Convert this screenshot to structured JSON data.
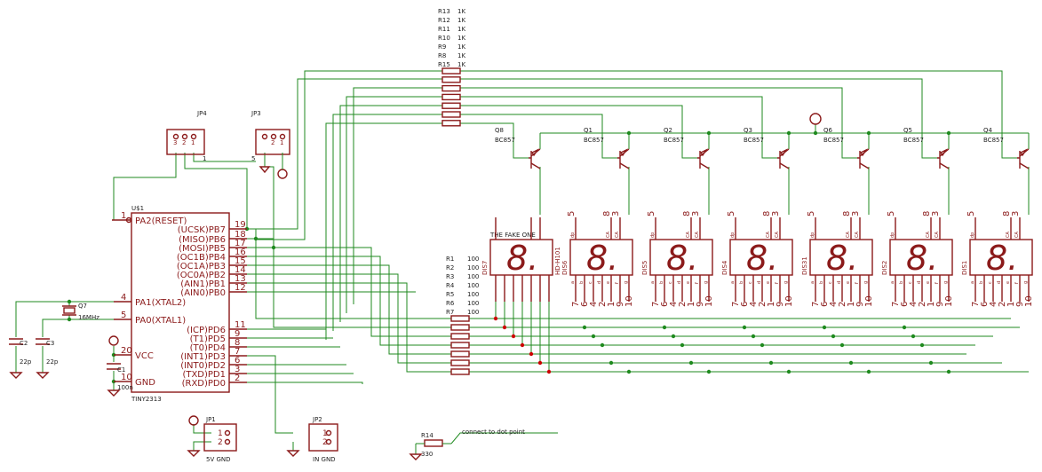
{
  "mcu": {
    "name": "U$1",
    "value": "TINY2313",
    "left_pins": [
      {
        "num": "1",
        "name": "PA2(RESET)"
      },
      {
        "num": "4",
        "name": "PA1(XTAL2)"
      },
      {
        "num": "5",
        "name": "PA0(XTAL1)"
      },
      {
        "num": "20",
        "name": "VCC"
      },
      {
        "num": "10",
        "name": "GND"
      }
    ],
    "right_pins": [
      {
        "num": "19",
        "name": "(UCSK)PB7"
      },
      {
        "num": "18",
        "name": "(MISO)PB6"
      },
      {
        "num": "17",
        "name": "(MOSI)PB5"
      },
      {
        "num": "16",
        "name": "(OC1B)PB4"
      },
      {
        "num": "15",
        "name": "(OC1A)PB3"
      },
      {
        "num": "14",
        "name": "(OC0A)PB2"
      },
      {
        "num": "13",
        "name": "(AIN1)PB1"
      },
      {
        "num": "12",
        "name": "(AIN0)PB0"
      },
      {
        "num": "11",
        "name": "(ICP)PD6"
      },
      {
        "num": "9",
        "name": "(T1)PD5"
      },
      {
        "num": "8",
        "name": "(T0)PD4"
      },
      {
        "num": "7",
        "name": "(INT1)PD3"
      },
      {
        "num": "6",
        "name": "(INT0)PD2"
      },
      {
        "num": "3",
        "name": "(TXD)PD1"
      },
      {
        "num": "2",
        "name": "(RXD)PD0"
      }
    ]
  },
  "crystal": {
    "name": "Q7",
    "value": "16MHz"
  },
  "caps": [
    {
      "name": "C2",
      "value": "22p"
    },
    {
      "name": "C3",
      "value": "22p"
    },
    {
      "name": "C1",
      "value": "100n"
    }
  ],
  "headers": {
    "jp4": {
      "name": "JP4",
      "pins": [
        "3",
        "2",
        "1"
      ],
      "pin1": "1"
    },
    "jp3": {
      "name": "JP3",
      "pins": [
        "2",
        "1"
      ],
      "pin1": "5"
    },
    "jp1": {
      "name": "JP1",
      "pins": [
        "1",
        "2"
      ],
      "caption": "5V GND"
    },
    "jp2": {
      "name": "JP2",
      "pins": [
        "1",
        "2"
      ],
      "caption": "IN GND"
    }
  },
  "top_resistors": [
    {
      "name": "R13",
      "value": "1K"
    },
    {
      "name": "R12",
      "value": "1K"
    },
    {
      "name": "R11",
      "value": "1K"
    },
    {
      "name": "R10",
      "value": "1K"
    },
    {
      "name": "R9",
      "value": "1K"
    },
    {
      "name": "R8",
      "value": "1K"
    },
    {
      "name": "R15",
      "value": "1K"
    }
  ],
  "seg_resistors": [
    {
      "name": "R1",
      "value": "100"
    },
    {
      "name": "R2",
      "value": "100"
    },
    {
      "name": "R3",
      "value": "100"
    },
    {
      "name": "R4",
      "value": "100"
    },
    {
      "name": "R5",
      "value": "100"
    },
    {
      "name": "R6",
      "value": "100"
    },
    {
      "name": "R7",
      "value": "100"
    }
  ],
  "transistors": [
    {
      "name": "Q8",
      "value": "BC857"
    },
    {
      "name": "Q1",
      "value": "BC857"
    },
    {
      "name": "Q2",
      "value": "BC857"
    },
    {
      "name": "Q3",
      "value": "BC857"
    },
    {
      "name": "Q6",
      "value": "BC857"
    },
    {
      "name": "Q5",
      "value": "BC857"
    },
    {
      "name": "Q4",
      "value": "BC857"
    }
  ],
  "displays": [
    {
      "name": "DIS7",
      "value": "THE FAKE ONE",
      "digit": "8."
    },
    {
      "name": "DIS6",
      "value": "HD-H101",
      "digit": "8."
    },
    {
      "name": "DIS5",
      "value": "",
      "digit": "8."
    },
    {
      "name": "DIS4",
      "value": "",
      "digit": "8."
    },
    {
      "name": "DIS31",
      "value": "",
      "digit": "8."
    },
    {
      "name": "DIS2",
      "value": "",
      "digit": "8."
    },
    {
      "name": "DIS1",
      "value": "",
      "digit": "8."
    }
  ],
  "display_top_pins": [
    "5",
    "8",
    "3"
  ],
  "display_top_small": [
    "dp",
    "CA",
    "CA"
  ],
  "display_bottom_pins": [
    "7",
    "6",
    "4",
    "2",
    "1",
    "9",
    "10"
  ],
  "display_bottom_small": [
    "a",
    "b",
    "c",
    "d",
    "e",
    "f",
    "g"
  ],
  "r14": {
    "name": "R14",
    "value": "330",
    "note": "connect to dot point"
  }
}
